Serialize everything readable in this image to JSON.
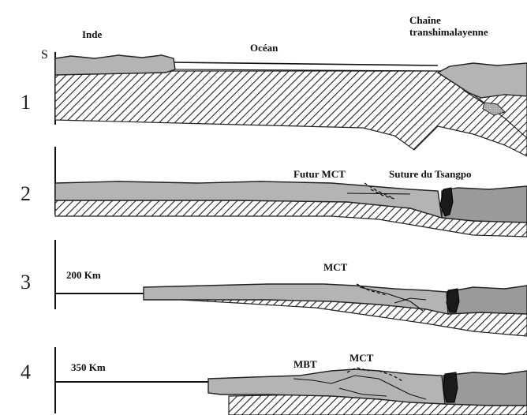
{
  "panels": [
    {
      "number": "1",
      "side_label": "S",
      "labels": {
        "india": "Inde",
        "ocean": "Océan",
        "chain_line1": "Chaîne",
        "chain_line2": "transhimalayenne"
      }
    },
    {
      "number": "2",
      "labels": {
        "future_mct": "Futur MCT",
        "suture": "Suture du Tsangpo"
      }
    },
    {
      "number": "3",
      "labels": {
        "scale": "200 Km",
        "mct": "MCT"
      }
    },
    {
      "number": "4",
      "labels": {
        "scale": "350 Km",
        "mbt": "MBT",
        "mct": "MCT"
      }
    }
  ]
}
